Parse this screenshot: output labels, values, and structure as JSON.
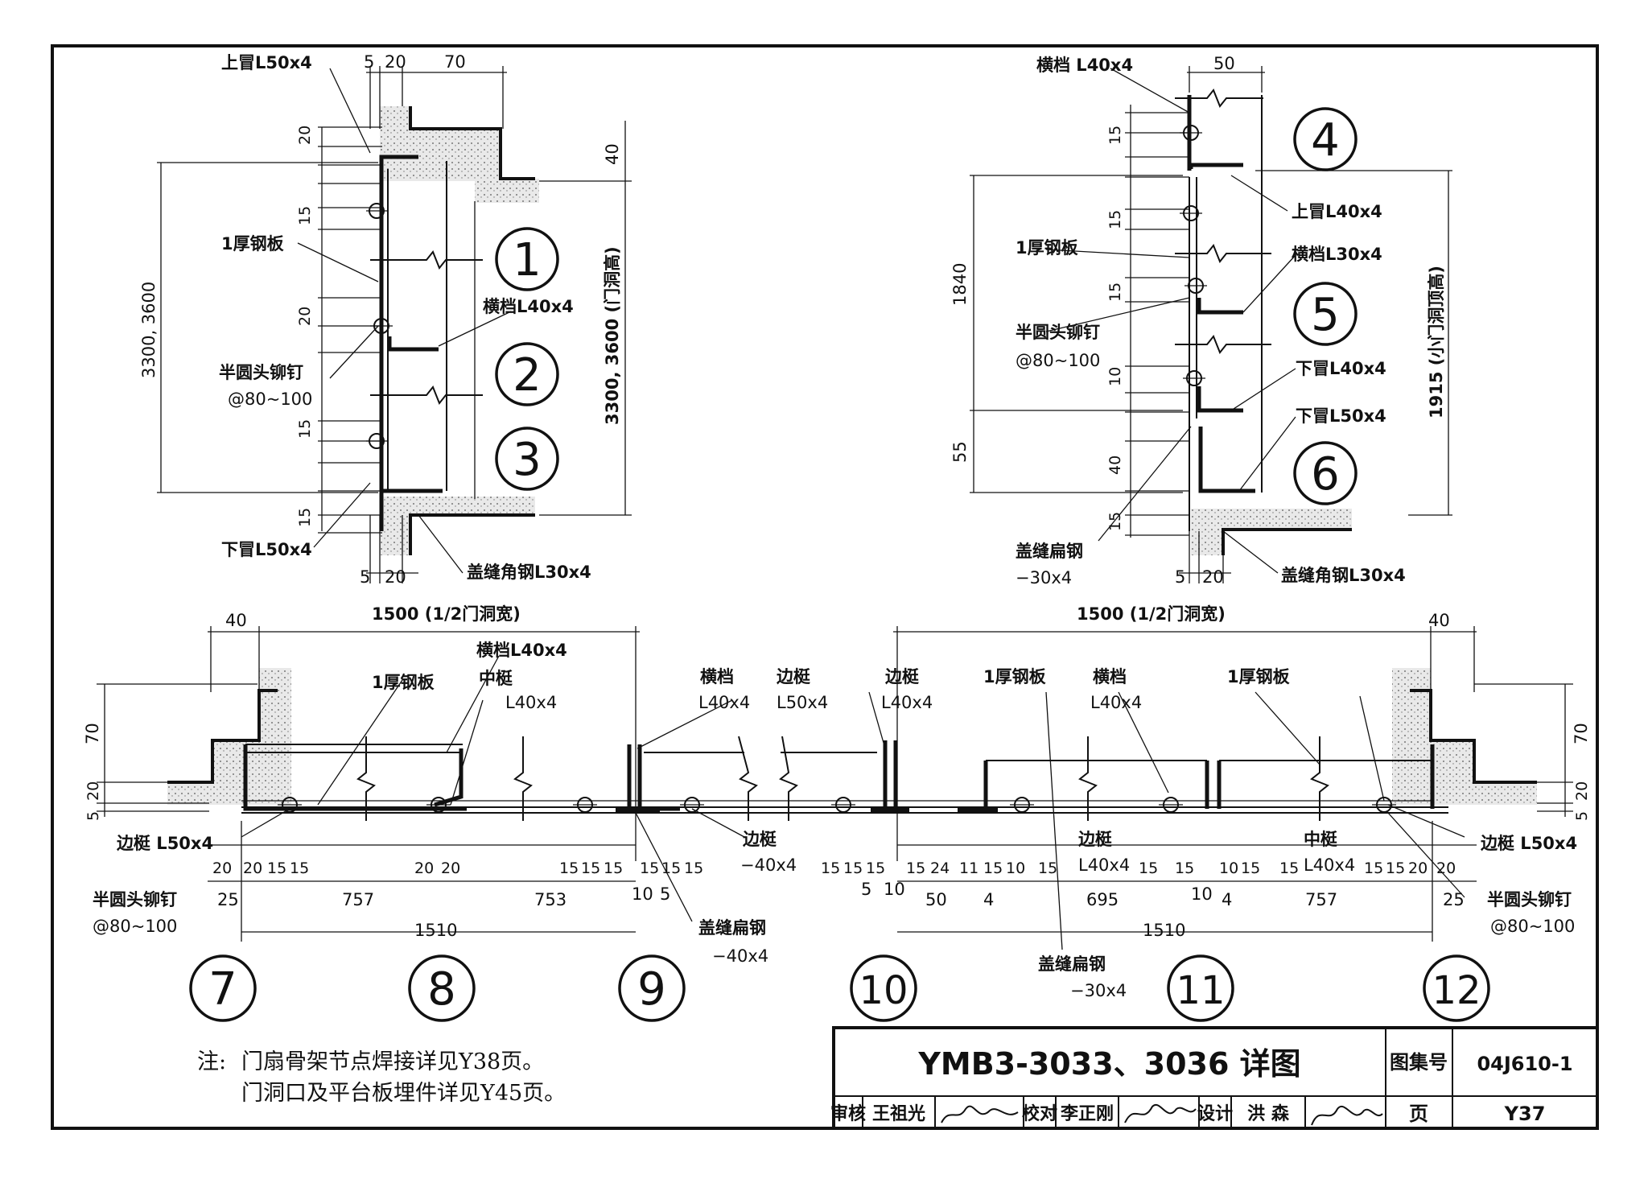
{
  "labels": {
    "top_frame_l50": "上冒L50x4",
    "plate_1mm": "1厚钢板",
    "rivet": "半圆头铆钉",
    "rivet_spacing": "@80~100",
    "crossbar_l40": "横档L40x4",
    "bottom_frame_l50": "下冒L50x4",
    "cover_angle_l30": "盖缝角钢L30x4",
    "crossbar_l40_b": "横档 L40x4",
    "top_frame_l40": "上冒L40x4",
    "crossbar_l30": "横档L30x4",
    "bottom_frame_l40": "下冒L40x4",
    "cover_flat": "盖缝扁钢",
    "flat_30": "−30x4",
    "flat_40": "−40x4",
    "edge_stile": "边梃",
    "edge_stile_l50": "边梃 L50x4",
    "mid_stile": "中梃",
    "crossbar": "横档",
    "l40x4": "L40x4",
    "l50x4": "L50x4"
  },
  "dims": {
    "d5": "5",
    "d10": "10",
    "d15": "15",
    "d20": "20",
    "d24": "24",
    "d11": "11",
    "d25": "25",
    "d40": "40",
    "d50": "50",
    "d55": "55",
    "d70": "70",
    "d4": "4",
    "d757": "757",
    "d753": "753",
    "d695": "695",
    "d1510": "1510",
    "d1840": "1840",
    "d3300": "3300, 3600",
    "d3300_door": "3300, 3600 (门洞高)",
    "d1915": "1915 (小门洞顶高)",
    "d1500": "1500 (1/2门洞宽)"
  },
  "markers": [
    "1",
    "2",
    "3",
    "4",
    "5",
    "6",
    "7",
    "8",
    "9",
    "10",
    "11",
    "12"
  ],
  "notes": {
    "prefix": "注:",
    "line1": "门扇骨架节点焊接详见Y38页。",
    "line2": "门洞口及平台板埋件详见Y45页。"
  },
  "title_block": {
    "title": "YMB3-3033、3036 详图",
    "atlas_label": "图集号",
    "atlas_no": "04J610-1",
    "page_label": "页",
    "page_no": "Y37",
    "review_label": "审核",
    "review_name": "王祖光",
    "check_label": "校对",
    "check_name": "李正刚",
    "design_label": "设计",
    "design_name": "洪 森"
  }
}
